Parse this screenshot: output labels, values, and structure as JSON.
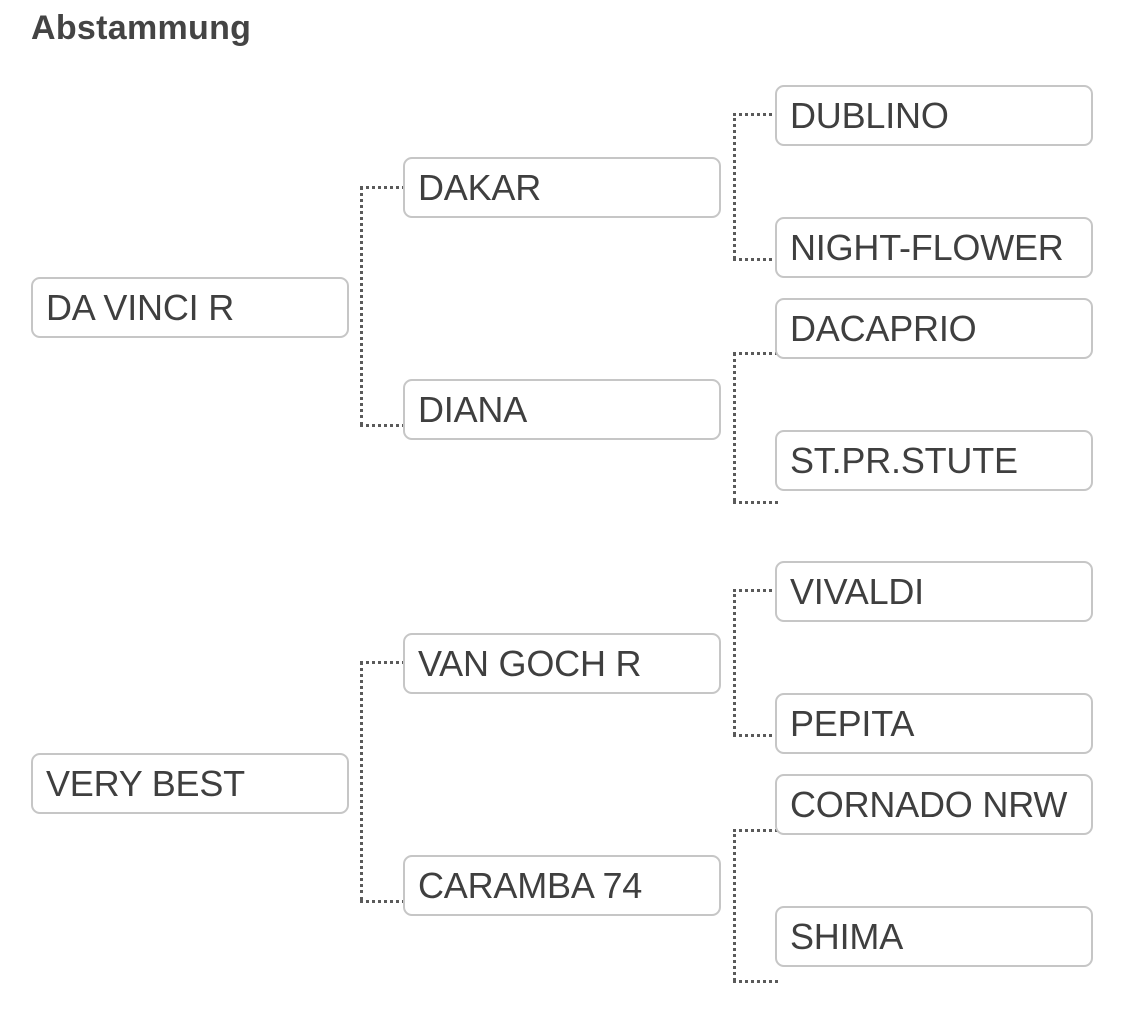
{
  "page": {
    "title": "Abstammung",
    "background_color": "#ffffff",
    "box_border_color": "#c6c6c6",
    "text_color": "#3f3f3f",
    "connector_color": "#5a5a5a"
  },
  "pedigrees": [
    {
      "root": {
        "name": "DA VINCI R"
      },
      "parents": [
        {
          "name": "DAKAR",
          "grandparents": [
            {
              "name": "DUBLINO"
            },
            {
              "name": "NIGHT-FLOWER"
            }
          ]
        },
        {
          "name": "DIANA",
          "grandparents": [
            {
              "name": "DACAPRIO"
            },
            {
              "name": "ST.PR.STUTE"
            }
          ]
        }
      ]
    },
    {
      "root": {
        "name": "VERY BEST"
      },
      "parents": [
        {
          "name": "VAN GOCH R",
          "grandparents": [
            {
              "name": "VIVALDI"
            },
            {
              "name": "PEPITA"
            }
          ]
        },
        {
          "name": "CARAMBA 74",
          "grandparents": [
            {
              "name": "CORNADO NRW"
            },
            {
              "name": "SHIMA"
            }
          ]
        }
      ]
    }
  ]
}
